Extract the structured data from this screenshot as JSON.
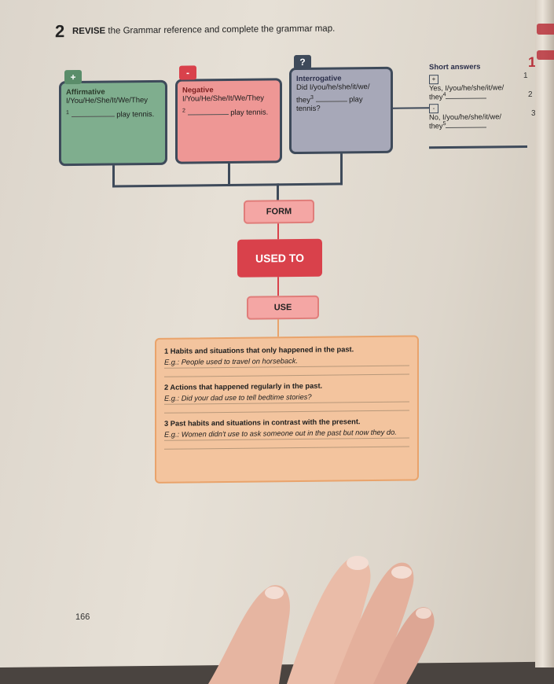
{
  "exercise": {
    "number": "2",
    "keyword": "REVISE",
    "instruction": "the Grammar reference and complete the grammar map."
  },
  "affirmative": {
    "sign": "+",
    "heading": "Affirmative",
    "subjects": "I/You/He/She/It/We/They",
    "blank_num": "1",
    "end": "play tennis."
  },
  "negative": {
    "sign": "-",
    "heading": "Negative",
    "subjects": "I/You/He/She/It/We/They",
    "blank_num": "2",
    "end": "play tennis."
  },
  "interrogative": {
    "sign": "?",
    "heading": "Interrogative",
    "line1": "Did I/you/he/she/it/we/",
    "they": "they",
    "blank_num": "3",
    "play": "play",
    "end": "tennis?"
  },
  "short_answers": {
    "heading": "Short answers",
    "plus": "+",
    "yes": "Yes, I/you/he/she/it/we/",
    "yes_they": "they",
    "yes_num": "4",
    "minus": "-",
    "no": "No, I/you/he/she/it/we/",
    "no_they": "they",
    "no_num": "5"
  },
  "center": {
    "form": "FORM",
    "used_to": "USED TO",
    "use": "USE"
  },
  "uses": [
    {
      "heading": "1 Habits and situations that only happened in the past.",
      "example": "E.g.: People used to travel on horseback."
    },
    {
      "heading": "2 Actions that happened regularly in the past.",
      "example": "E.g.: Did your dad use to tell bedtime stories?"
    },
    {
      "heading": "3 Past habits and situations in contrast with the present.",
      "example": "E.g.: Women didn't use to ask someone out in the past but now they do."
    }
  ],
  "page_number": "166",
  "margin_numbers": [
    "1",
    "1",
    "2",
    "3"
  ],
  "colors": {
    "affirmative": "#7fae8e",
    "negative": "#ee9795",
    "interrogative": "#a7a8b8",
    "form_pill": "#f4a6a4",
    "used_to_pill": "#d9414b",
    "use_box": "#f3c49e"
  }
}
